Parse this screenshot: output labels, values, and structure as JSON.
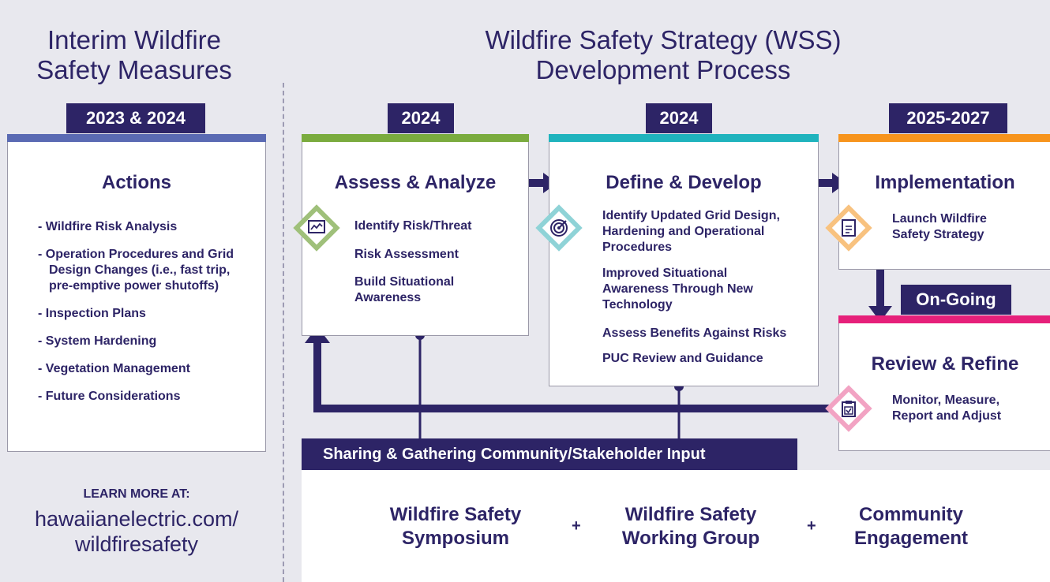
{
  "left": {
    "heading_line1": "Interim Wildfire",
    "heading_line2": "Safety Measures",
    "tab": "2023 & 2024",
    "card_title": "Actions",
    "actions": [
      "Wildfire Risk Analysis",
      "Operation Procedures and Grid Design Changes (i.e., fast trip, pre-emptive power shutoffs)",
      "Inspection Plans",
      "System Hardening",
      "Vegetation Management",
      "Future Considerations"
    ],
    "learn_more_label": "LEARN MORE AT:",
    "learn_more_url_line1": "hawaiianelectric.com/",
    "learn_more_url_line2": "wildfiresafety"
  },
  "right": {
    "heading_line1": "Wildfire Safety Strategy (WSS)",
    "heading_line2": "Development Process"
  },
  "stages": {
    "assess": {
      "tab": "2024",
      "title": "Assess & Analyze",
      "items": [
        "Identify Risk/Threat",
        "Risk Assessment",
        "Build Situational Awareness"
      ],
      "icon": "chart-monitor-icon",
      "color": "#7aab3e"
    },
    "define": {
      "tab": "2024",
      "title": "Define & Develop",
      "items": [
        "Identify Updated Grid Design, Hardening and Operational Procedures",
        "Improved Situational Awareness Through New Technology",
        "Assess Benefits Against Risks",
        "PUC Review and Guidance"
      ],
      "icon": "target-icon",
      "color": "#1fb3bd"
    },
    "implementation": {
      "tab": "2025-2027",
      "title": "Implementation",
      "items": [
        "Launch Wildfire Safety Strategy"
      ],
      "icon": "document-icon",
      "color": "#f7941d"
    },
    "review": {
      "tab": "On-Going",
      "title": "Review & Refine",
      "items": [
        "Monitor, Measure, Report and Adjust"
      ],
      "icon": "clipboard-check-icon",
      "color": "#e6207a"
    }
  },
  "community": {
    "bar_label": "Sharing & Gathering Community/Stakeholder Input",
    "items": [
      {
        "line1": "Wildfire Safety",
        "line2": "Symposium"
      },
      {
        "line1": "Wildfire Safety",
        "line2": "Working Group"
      },
      {
        "line1": "Community",
        "line2": "Engagement"
      }
    ],
    "plus": "+"
  },
  "colors": {
    "navy": "#2d2466",
    "left_bar": "#5a6ab3",
    "background": "#e8e8ee"
  }
}
